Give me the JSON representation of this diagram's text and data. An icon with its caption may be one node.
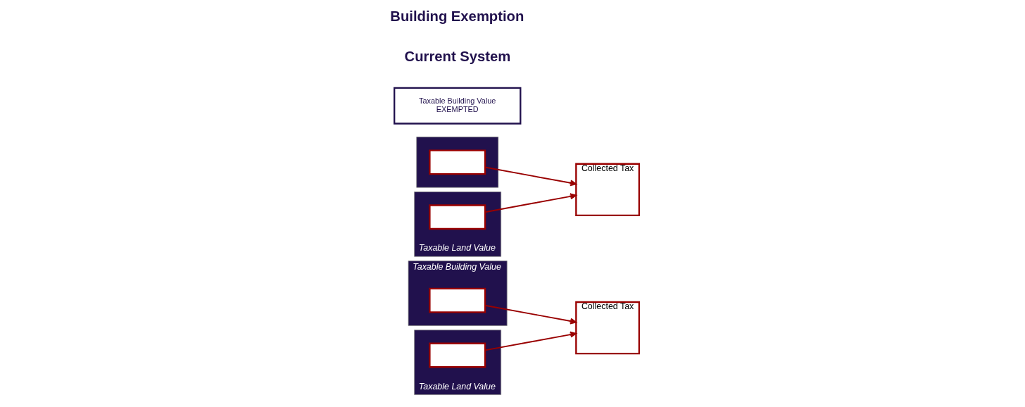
{
  "diagram": {
    "nodes": [
      {
        "text": [
          "Taxable Building Value"
        ]
      },
      {
        "text": [],
        "shape": "box",
        "in": 0
      },
      {
        "text": [
          "Taxable Land Value"
        ]
      },
      {
        "text": [],
        "shape": "box",
        "in": 2
      },
      {
        "text": [
          "Collected Tax"
        ]
      },
      {
        "text": [
          "Collected Tax"
        ]
      },
      {
        "text": [
          "Taxable Building Value",
          "EXEMPTED"
        ]
      },
      {
        "text": [],
        "shape": "box"
      },
      {
        "text": [],
        "shape": "box",
        "in": 7
      },
      {
        "text": [
          "Taxable Land Value"
        ]
      },
      {
        "text": [],
        "shape": "box",
        "in": 9
      }
    ],
    "edges": [
      {
        "from": 1,
        "to": 4,
        "arrow": "to",
        "color": "#990000"
      },
      {
        "from": 3,
        "to": 4,
        "arrow": "to",
        "color": "#990000"
      },
      {
        "from": 8,
        "to": 5,
        "arrow": "to",
        "color": "#990000"
      },
      {
        "from": 10,
        "to": 5,
        "arrow": "to",
        "color": "#990000"
      }
    ],
    "labels": [
      "Current System",
      "Building Exemption"
    ]
  }
}
